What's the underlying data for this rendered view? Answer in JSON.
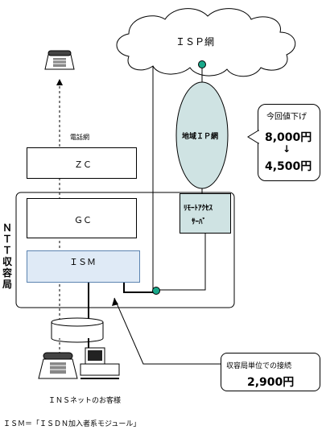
{
  "isp_network": {
    "label": "ＩＳＰ網"
  },
  "regional_ip_network": {
    "label": "地域ＩＰ網"
  },
  "phone_network": {
    "label": "電話網"
  },
  "zc": {
    "label": "ＺＣ"
  },
  "gc": {
    "label": "ＧＣ"
  },
  "ism": {
    "label": "ＩＳＭ"
  },
  "remote_access_server": {
    "line1": "ﾘﾓｰﾄｱｸｾｽ",
    "line2": "ｻｰﾊﾞ"
  },
  "ntt_office": {
    "label": "ＮＴＴ収容局"
  },
  "price_callout": {
    "title": "今回値下げ",
    "old_price": "8,000円",
    "arrow": "↓",
    "new_price": "4,500円"
  },
  "connection_callout": {
    "title": "収容局単位での接続",
    "price": "2,900円"
  },
  "customer": {
    "label": "ＩＮＳネットのお客様"
  },
  "footnote": {
    "text": "ＩＳＭ＝「ＩＳＤＮ加入者系モジュール」"
  },
  "colors": {
    "ism_fill": "#dfeaf6",
    "ism_border": "#5b83b0",
    "oval_fill": "#cfe3e3",
    "node_fill": "#19a88a"
  }
}
